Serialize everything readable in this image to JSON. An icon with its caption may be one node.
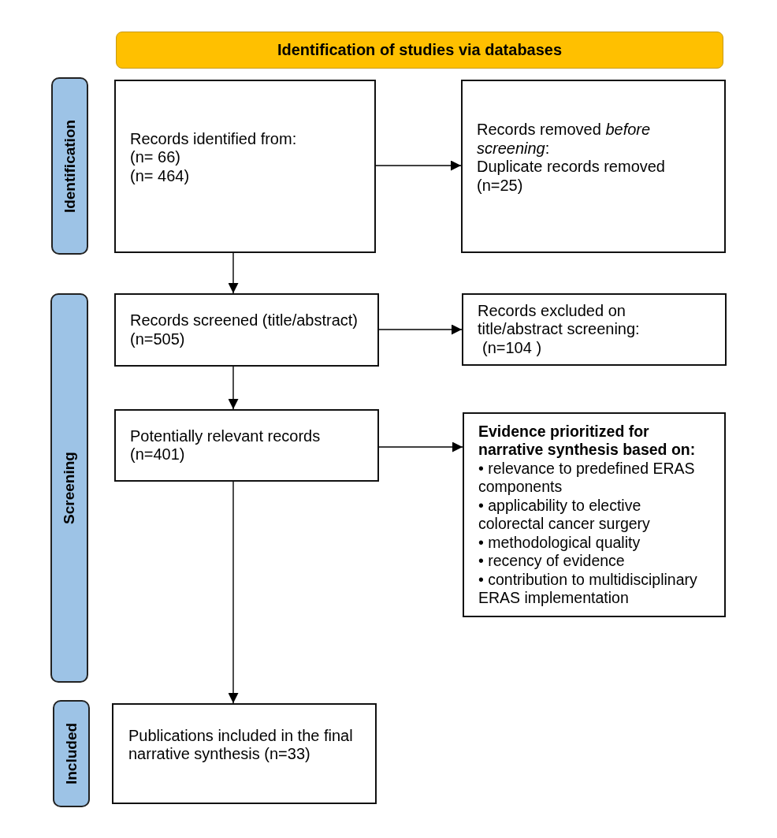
{
  "diagram": {
    "nodes": [
      {
        "text": [
          "Identification of studies via databases"
        ]
      },
      {
        "text": [
          "Identification"
        ]
      },
      {
        "text": [
          "Records identified from:",
          "(n= 66)",
          "(n= 464)"
        ]
      },
      {
        "text": [
          "Records removed *before screening*:",
          "Duplicate records removed (n=25)"
        ]
      },
      {
        "text": [
          "Screening"
        ]
      },
      {
        "text": [
          "Records screened (title/abstract) (n=505)"
        ]
      },
      {
        "text": [
          "Records excluded on title/abstract screening:",
          "(n=104 )"
        ]
      },
      {
        "text": [
          "Potentially relevant records (n=401)"
        ]
      },
      {
        "text": [
          "Evidence prioritized for narrative synthesis based on:",
          "• relevance to predefined ERAS components",
          "• applicability to elective colorectal cancer surgery",
          "• methodological quality",
          "• recency of evidence",
          "• contribution to multidisciplinary ERAS implementation"
        ]
      },
      {
        "text": [
          "Included"
        ]
      },
      {
        "text": [
          "Publications included in the final narrative synthesis (n=33)"
        ]
      }
    ],
    "edges": [
      {
        "from": 2,
        "to": 3,
        "arrow": "to"
      },
      {
        "from": 2,
        "to": 5,
        "arrow": "to"
      },
      {
        "from": 5,
        "to": 6,
        "arrow": "to"
      },
      {
        "from": 5,
        "to": 7,
        "arrow": "to"
      },
      {
        "from": 7,
        "to": 8,
        "arrow": "to"
      },
      {
        "from": 7,
        "to": 10,
        "arrow": "to"
      }
    ]
  }
}
